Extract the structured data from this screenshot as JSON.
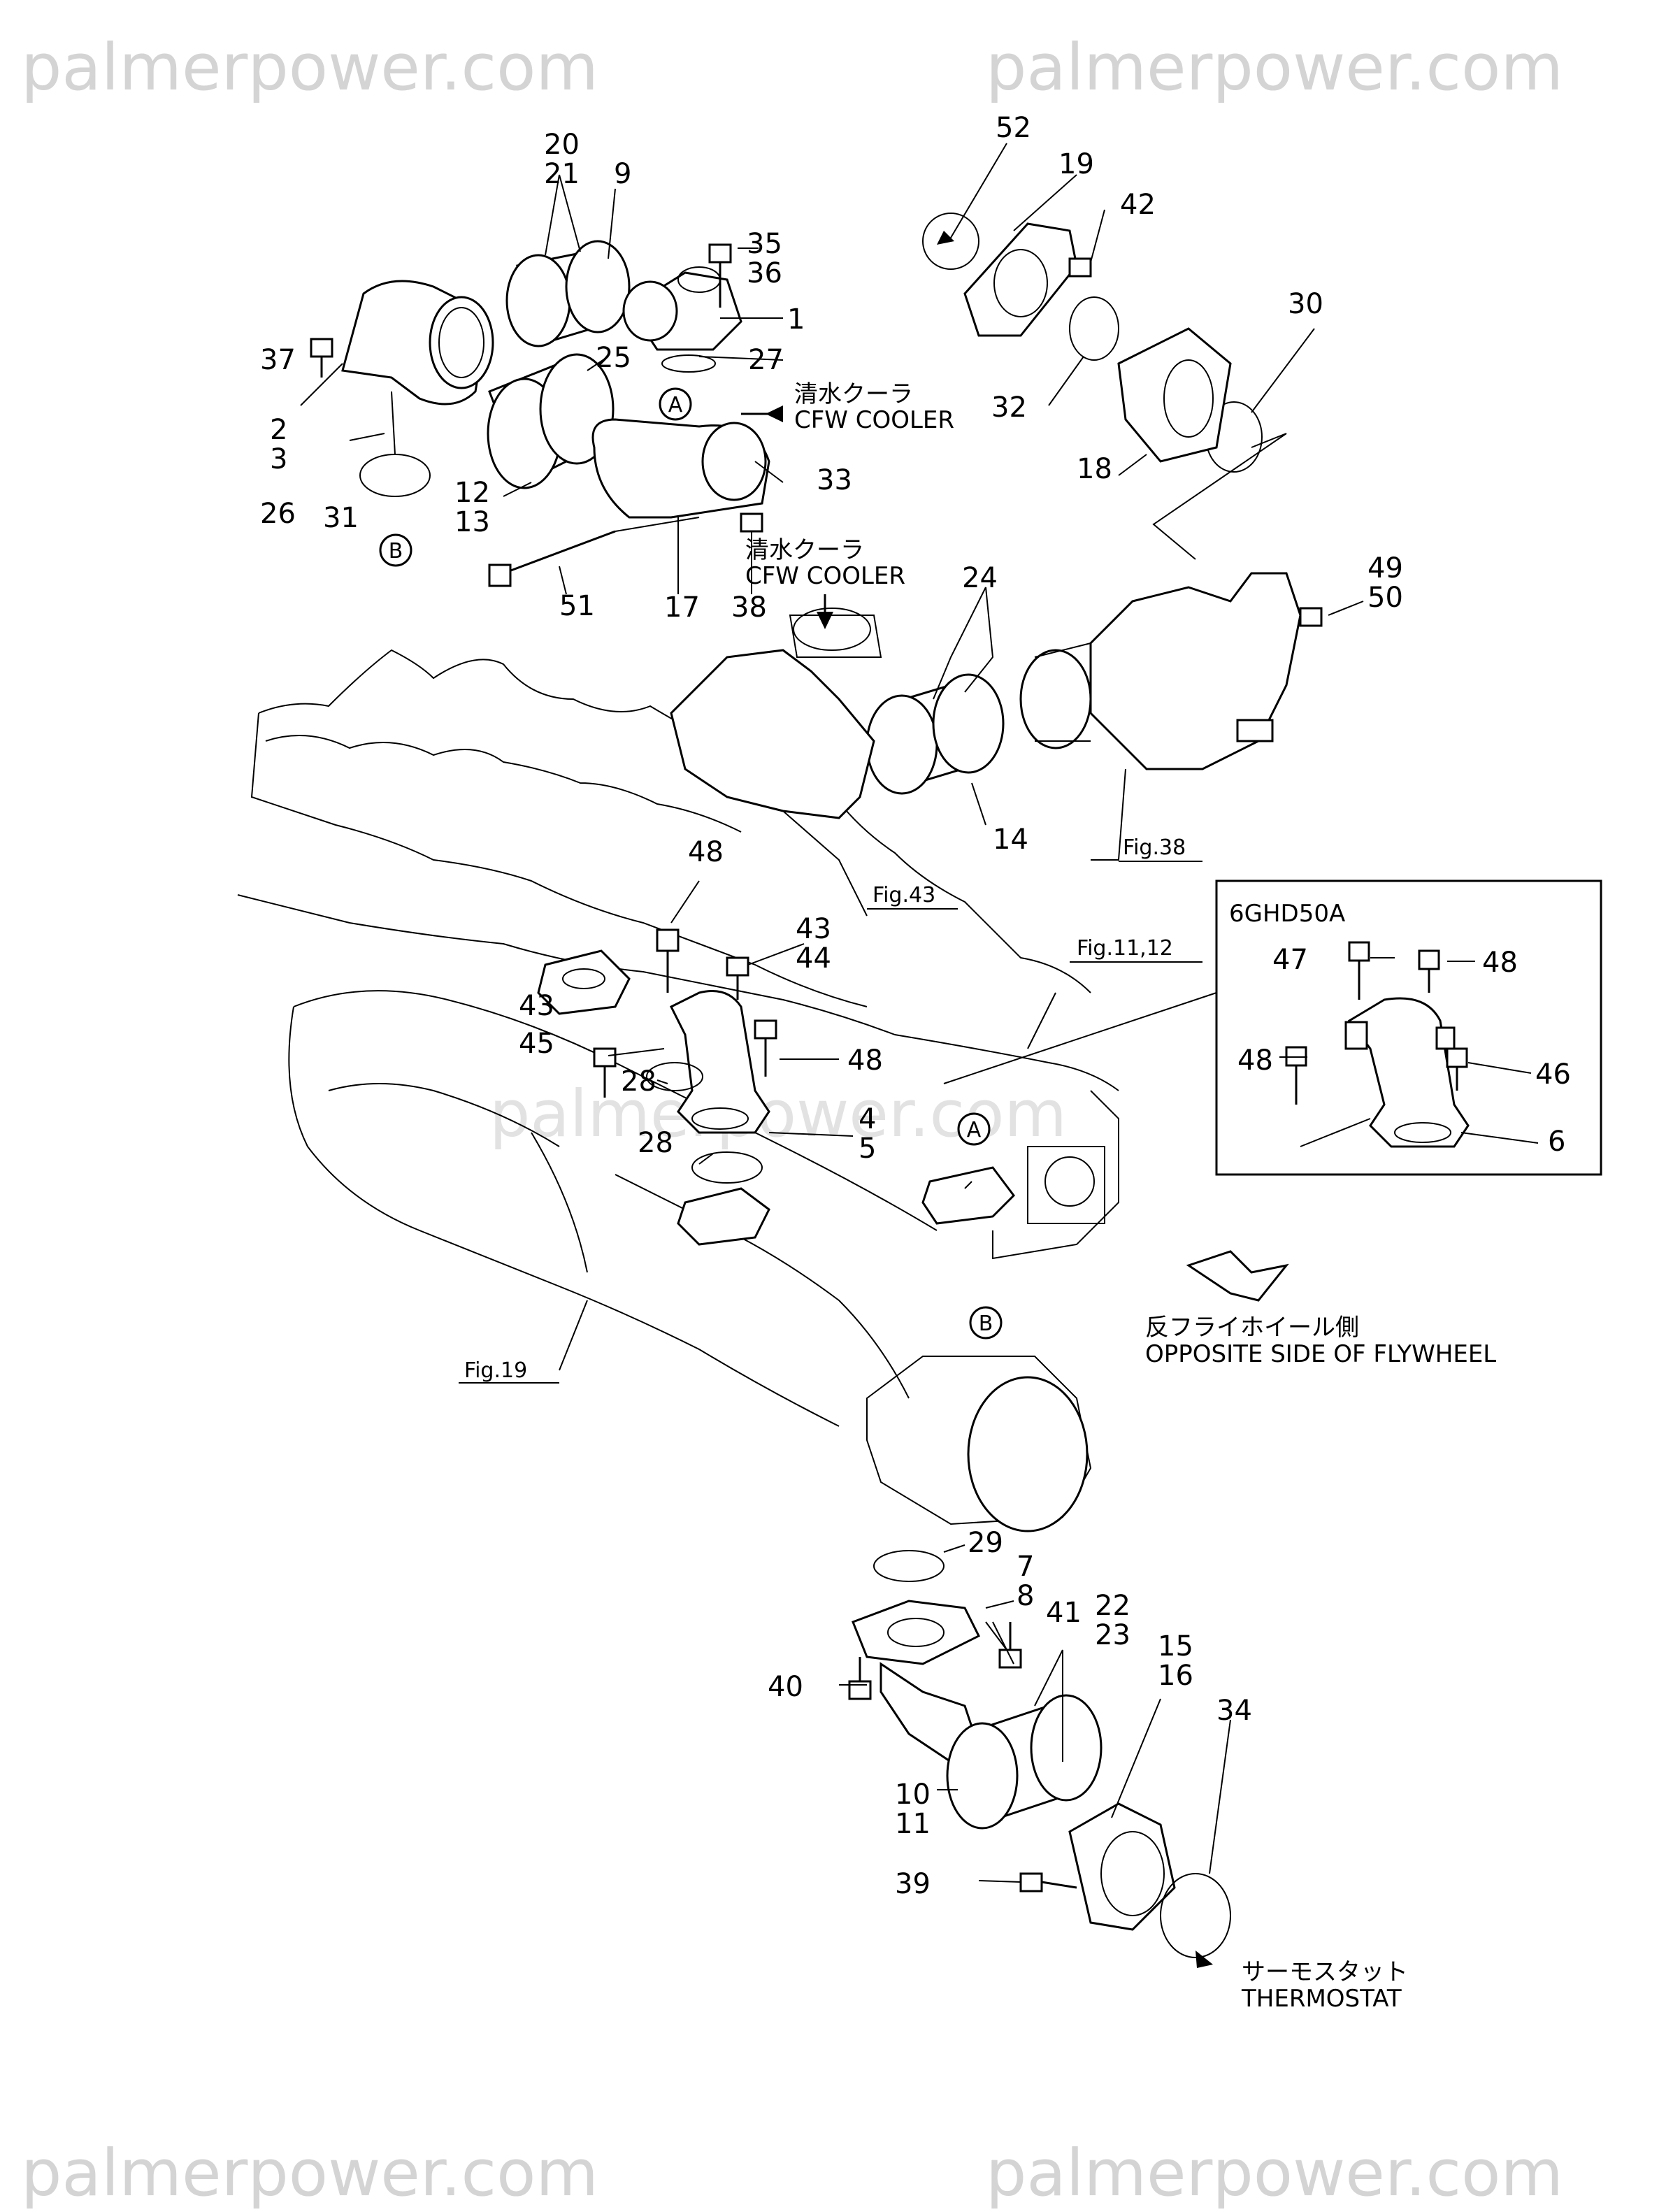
{
  "watermark": "palmerpower.com",
  "figure_refs": {
    "fig38": "Fig.38",
    "fig43": "Fig.43",
    "fig11_12": "Fig.11,12",
    "fig19": "Fig.19"
  },
  "callouts": {
    "cfw_cooler_jp": "清水クーラ",
    "cfw_cooler_en": "CFW COOLER",
    "opposite_jp": "反フライホイール側",
    "opposite_en": "OPPOSITE SIDE OF FLYWHEEL",
    "thermostat_jp": "サーモスタット",
    "thermostat_en": "THERMOSTAT"
  },
  "inset": {
    "title": "6GHD50A"
  },
  "markers": {
    "a": "A",
    "b": "B"
  },
  "parts": {
    "p1": "1",
    "p2": "2",
    "p3": "3",
    "p4": "4",
    "p5": "5",
    "p6": "6",
    "p7": "7",
    "p8": "8",
    "p9": "9",
    "p10": "10",
    "p11": "11",
    "p12": "12",
    "p13": "13",
    "p14": "14",
    "p15": "15",
    "p16": "16",
    "p17": "17",
    "p18": "18",
    "p19": "19",
    "p20": "20",
    "p21": "21",
    "p22": "22",
    "p23": "23",
    "p24": "24",
    "p25": "25",
    "p26": "26",
    "p27": "27",
    "p28": "28",
    "p29": "29",
    "p30": "30",
    "p31": "31",
    "p32": "32",
    "p33": "33",
    "p34": "34",
    "p35": "35",
    "p36": "36",
    "p37": "37",
    "p38": "38",
    "p39": "39",
    "p40": "40",
    "p41": "41",
    "p42": "42",
    "p43": "43",
    "p44": "44",
    "p45": "45",
    "p46": "46",
    "p47": "47",
    "p48": "48",
    "p49": "49",
    "p50": "50",
    "p51": "51",
    "p52": "52"
  }
}
